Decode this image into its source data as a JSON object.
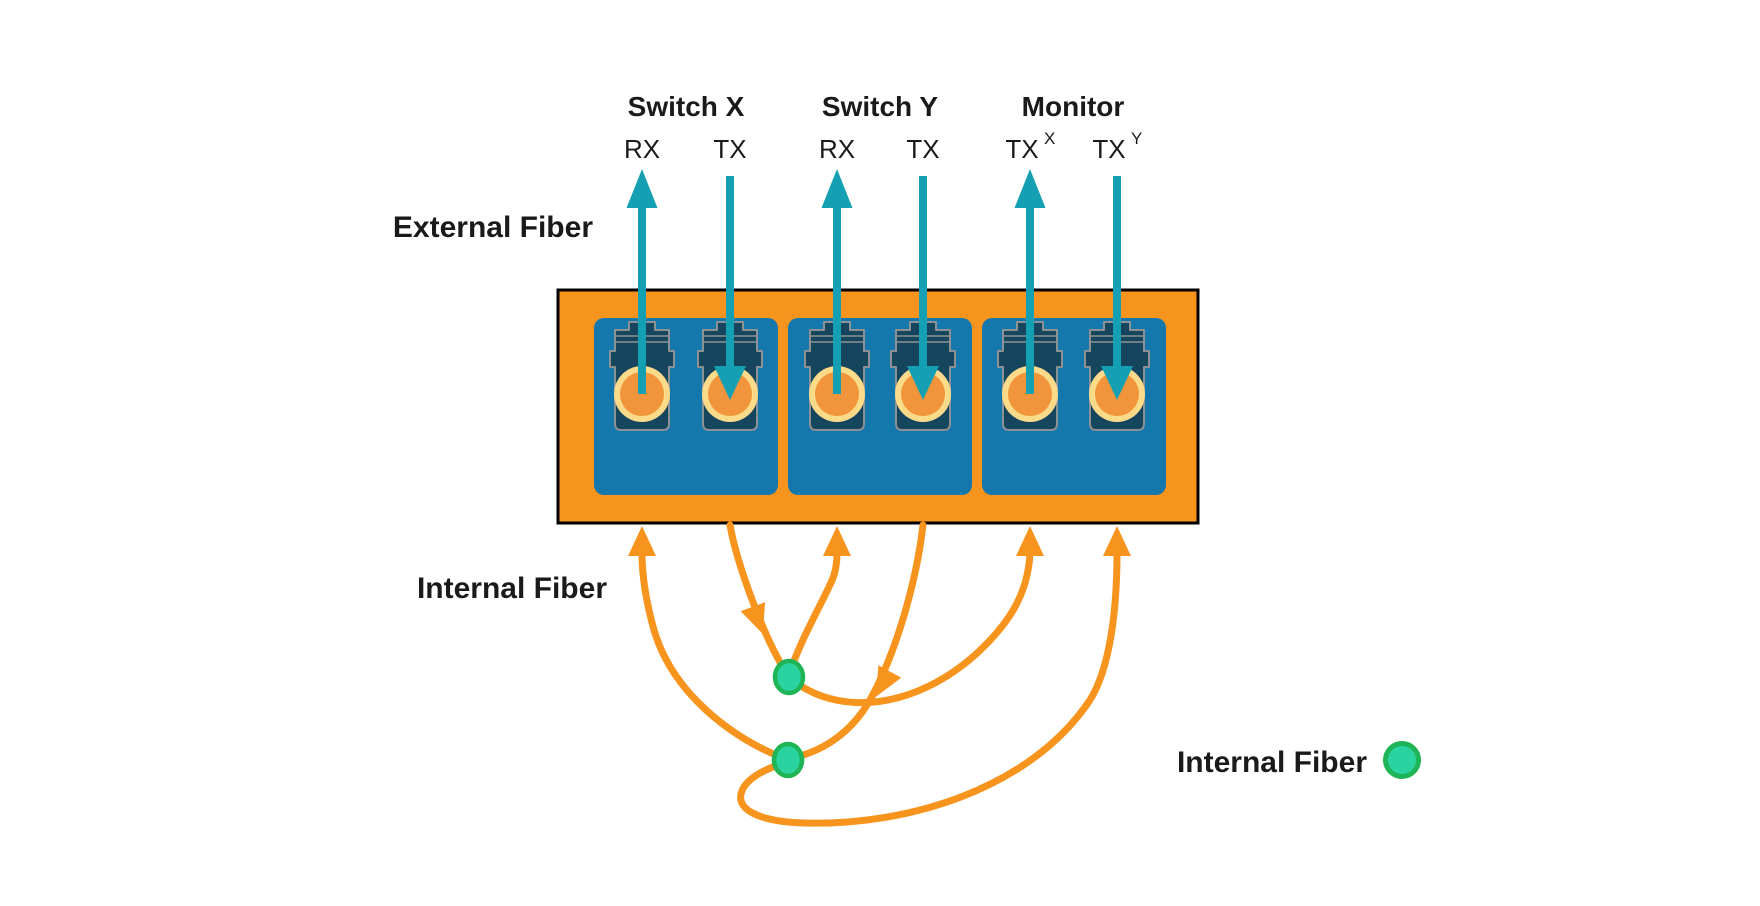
{
  "groups": [
    {
      "name": "Switch X",
      "ports": [
        {
          "label": "RX",
          "flow": "up"
        },
        {
          "label": "TX",
          "flow": "down"
        }
      ]
    },
    {
      "name": "Switch Y",
      "ports": [
        {
          "label": "RX",
          "flow": "up"
        },
        {
          "label": "TX",
          "flow": "down"
        }
      ]
    },
    {
      "name": "Monitor",
      "ports": [
        {
          "label": "TX",
          "sup": "X",
          "flow": "up"
        },
        {
          "label": "TX",
          "sup": "Y",
          "flow": "down"
        }
      ]
    }
  ],
  "side_labels": {
    "external": "External Fiber",
    "internal": "Internal Fiber"
  },
  "legend": {
    "label": "Internal Fiber",
    "symbol": "green-dot"
  },
  "splitters": [
    {
      "id": "splitter-1",
      "input": "Switch X TX",
      "outputs": [
        "Switch Y RX",
        "Monitor TX X"
      ]
    },
    {
      "id": "splitter-2",
      "input": "Switch Y TX",
      "outputs": [
        "Switch X RX",
        "Monitor TX Y"
      ]
    }
  ],
  "colors": {
    "orange": "#F7941E",
    "teal": "#149FB2",
    "module_blue": "#1478AD",
    "connector_navy": "#16455E",
    "connector_outline": "#8E9194",
    "ferrule_ring": "#FBDB8A",
    "ferrule_core": "#F0953C",
    "splitter_fill": "#2BD3A0",
    "splitter_stroke": "#1FB456",
    "text": "#1A1A1A"
  }
}
